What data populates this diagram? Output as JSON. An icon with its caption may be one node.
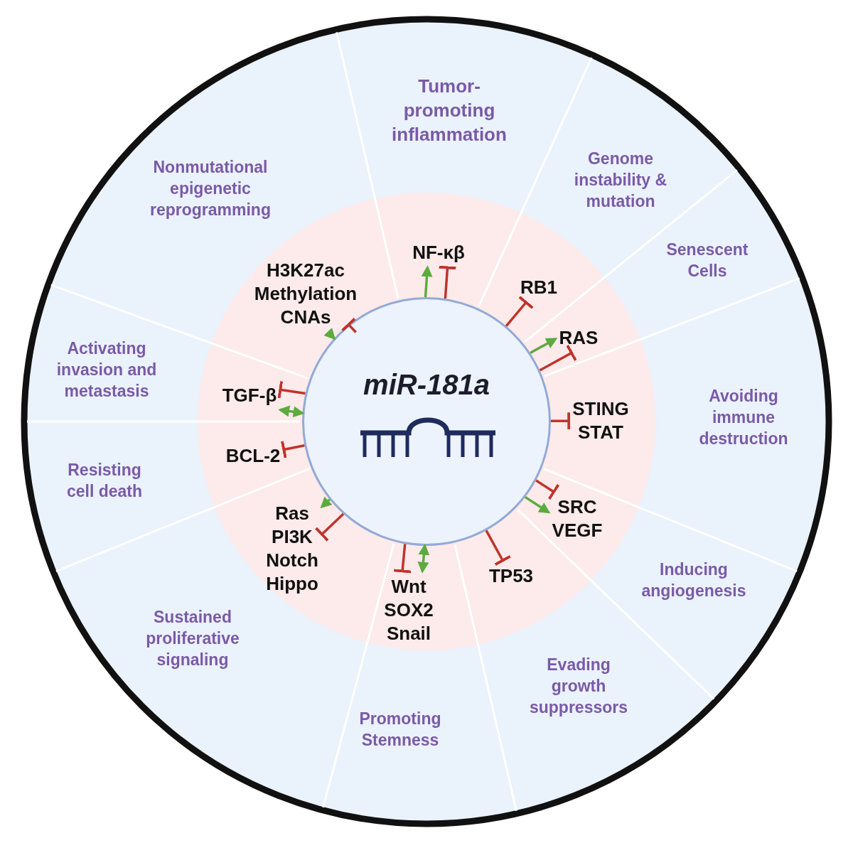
{
  "diagram": {
    "nodes": [
      {
        "text": [
          "miR-181a"
        ]
      },
      {
        "text": [
          "NF-κβ"
        ]
      },
      {
        "text": [
          "RB1"
        ]
      },
      {
        "text": [
          "RAS"
        ]
      },
      {
        "text": [
          "STING",
          "STAT"
        ]
      },
      {
        "text": [
          "SRC",
          "VEGF"
        ]
      },
      {
        "text": [
          "TP53"
        ]
      },
      {
        "text": [
          "Wnt",
          "SOX2",
          "Snail"
        ]
      },
      {
        "text": [
          "Ras",
          "PI3K",
          "Notch",
          "Hippo"
        ]
      },
      {
        "text": [
          "BCL-2"
        ]
      },
      {
        "text": [
          "TGF-β"
        ]
      },
      {
        "text": [
          "H3K27ac",
          "Methylation",
          "CNAs"
        ]
      },
      {
        "text": [
          "Tumor-promoting inflammation"
        ]
      },
      {
        "text": [
          "Genome instability & mutation"
        ]
      },
      {
        "text": [
          "Senescent Cells"
        ]
      },
      {
        "text": [
          "Avoiding immune destruction"
        ]
      },
      {
        "text": [
          "Inducing angiogenesis"
        ]
      },
      {
        "text": [
          "Evading growth suppressors"
        ]
      },
      {
        "text": [
          "Promoting Stemness"
        ]
      },
      {
        "text": [
          "Sustained proliferative signaling"
        ]
      },
      {
        "text": [
          "Resisting cell death"
        ]
      },
      {
        "text": [
          "Activating invasion and metastasis"
        ]
      },
      {
        "text": [
          "Nonmutational epigenetic reprogramming"
        ]
      }
    ],
    "edges": [
      {
        "from": 0,
        "to": 1,
        "arrow": "to",
        "color": "#5cab3f"
      },
      {
        "from": 0,
        "to": 1,
        "arrow": "other"
      },
      {
        "from": 0,
        "to": 2,
        "arrow": "other"
      },
      {
        "from": 0,
        "to": 3,
        "arrow": "to",
        "color": "#5cab3f"
      },
      {
        "from": 0,
        "to": 3,
        "arrow": "other"
      },
      {
        "from": 0,
        "to": 4,
        "arrow": "other"
      },
      {
        "from": 0,
        "to": 5,
        "arrow": "other"
      },
      {
        "from": 0,
        "to": 5,
        "arrow": "to",
        "color": "#5cab3f"
      },
      {
        "from": 0,
        "to": 6,
        "arrow": "other"
      },
      {
        "from": 0,
        "to": 7,
        "arrow": "both",
        "color": "#5cab3f"
      },
      {
        "from": 0,
        "to": 7,
        "arrow": "other"
      },
      {
        "from": 0,
        "to": 8,
        "arrow": "other"
      },
      {
        "from": 0,
        "to": 8,
        "arrow": "to",
        "color": "#5cab3f"
      },
      {
        "from": 0,
        "to": 9,
        "arrow": "other"
      },
      {
        "from": 0,
        "to": 10,
        "arrow": "both",
        "color": "#5cab3f"
      },
      {
        "from": 0,
        "to": 10,
        "arrow": "other"
      },
      {
        "from": 11,
        "to": 0,
        "arrow": "to",
        "color": "#5cab3f"
      },
      {
        "from": 11,
        "to": 0,
        "arrow": "other"
      }
    ]
  }
}
